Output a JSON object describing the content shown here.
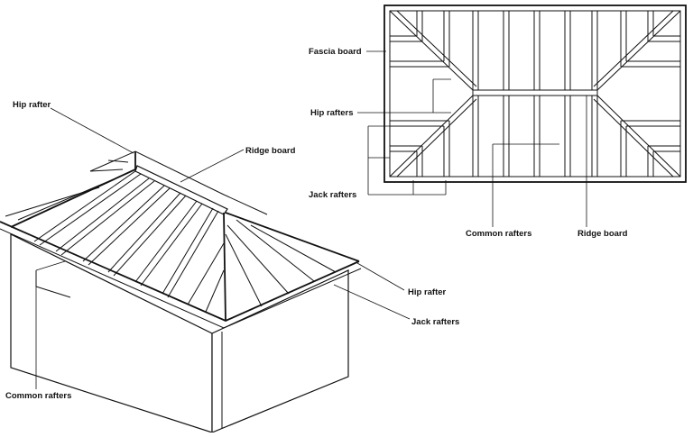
{
  "diagram": {
    "isometric_labels": {
      "hip_rafter_top": "Hip rafter",
      "ridge_board": "Ridge board",
      "hip_rafter_right": "Hip rafter",
      "jack_rafters": "Jack rafters",
      "common_rafters": "Common rafters"
    },
    "plan_labels": {
      "fascia_board": "Fascia board",
      "hip_rafters": "Hip rafters",
      "jack_rafters": "Jack rafters",
      "common_rafters": "Common rafters",
      "ridge_board": "Ridge board"
    },
    "line_color": "#111111",
    "background": "#ffffff"
  }
}
